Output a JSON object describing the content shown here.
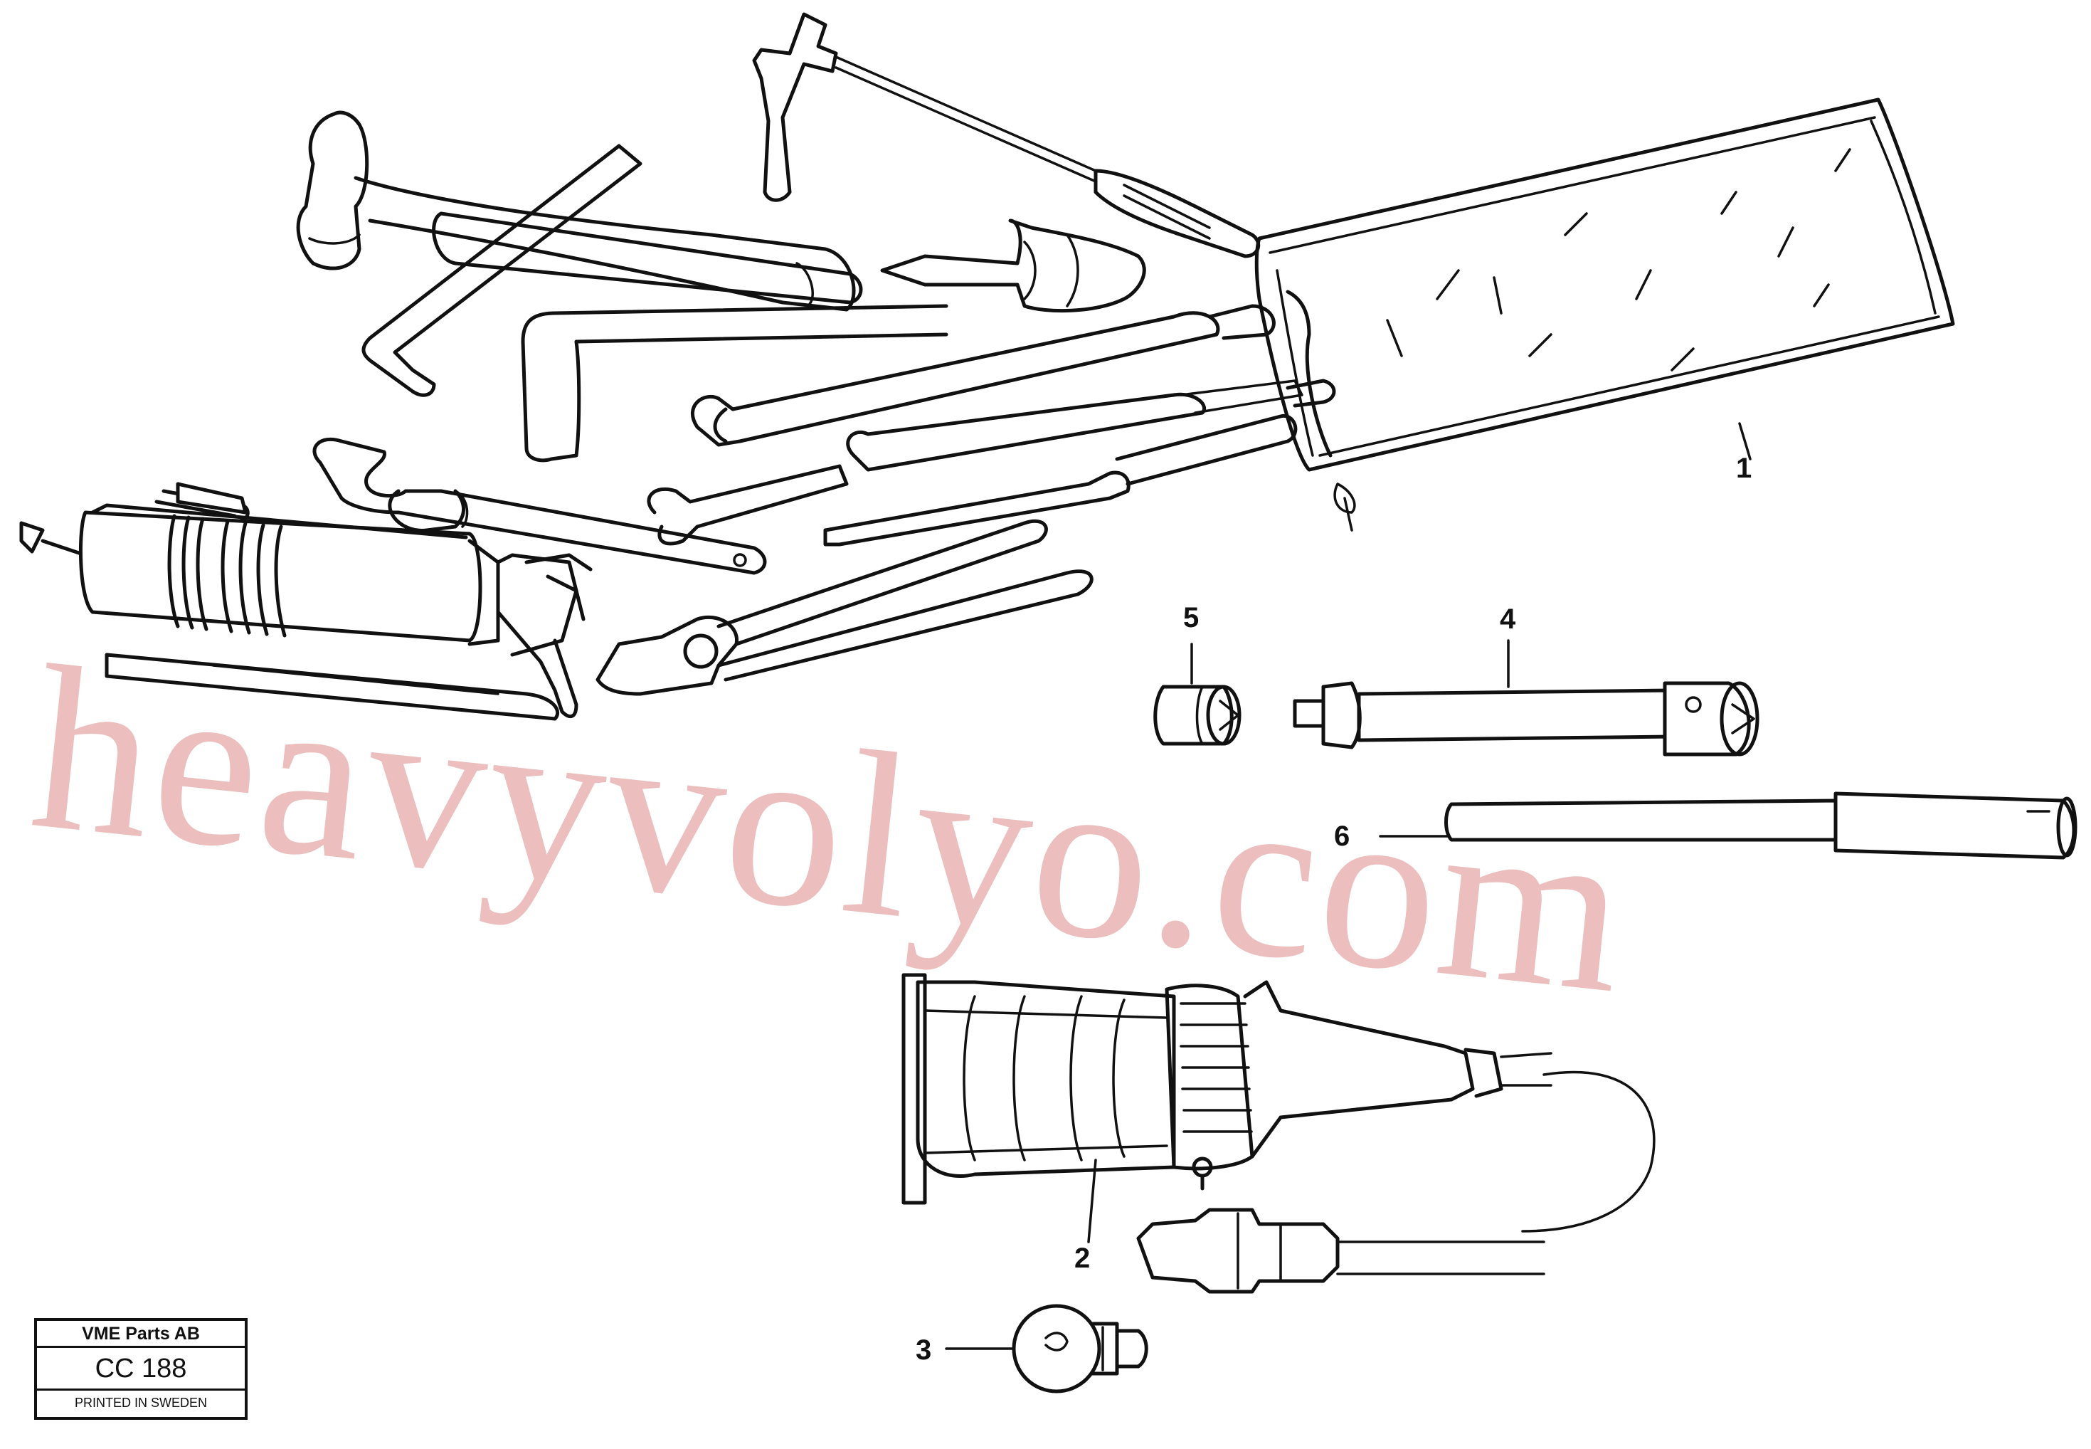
{
  "watermark": "heavyvolyo.com",
  "callouts": [
    {
      "id": "1",
      "label": "1"
    },
    {
      "id": "2",
      "label": "2"
    },
    {
      "id": "3",
      "label": "3"
    },
    {
      "id": "4",
      "label": "4"
    },
    {
      "id": "5",
      "label": "5"
    },
    {
      "id": "6",
      "label": "6"
    }
  ],
  "title_block": {
    "company": "VME Parts AB",
    "code": "CC 188",
    "printed": "PRINTED IN SWEDEN"
  },
  "colors": {
    "ink": "#111111",
    "watermark": "#e6a9a9",
    "background": "#ffffff"
  }
}
